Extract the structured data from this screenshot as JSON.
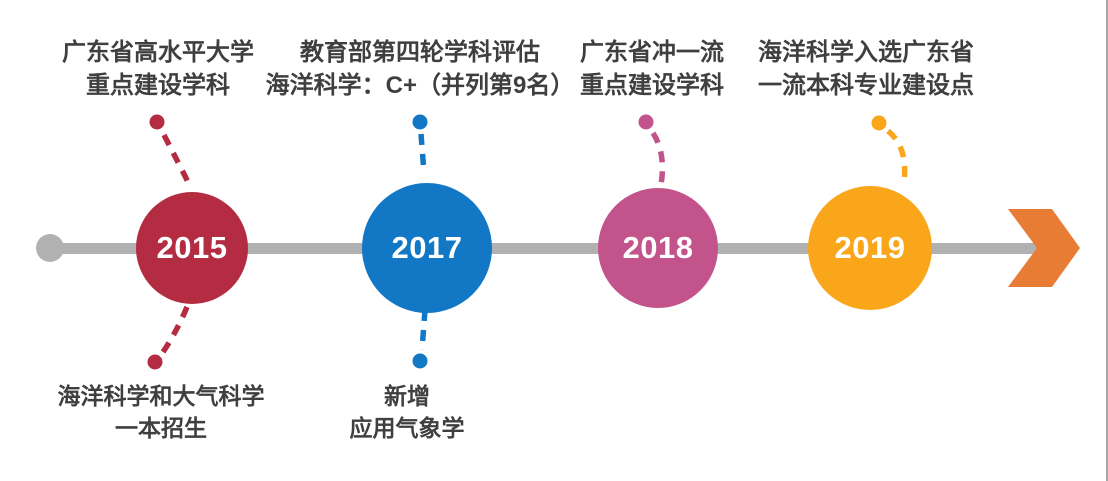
{
  "colors": {
    "timeline-gray": "#b1b1b1",
    "text-dark": "#3f3f3f",
    "event-2015": "#b32c42",
    "event-2017": "#1277c5",
    "event-2018": "#c2548b",
    "event-2019": "#f9a61b",
    "arrow-orange": "#e87c35"
  },
  "timeline": {
    "events": [
      {
        "year": "2015",
        "color": "#b32c42",
        "top_lines": [
          "广东省高水平大学",
          "重点建设学科"
        ],
        "bottom_lines": [
          "海洋科学和大气科学",
          "一本招生"
        ]
      },
      {
        "year": "2017",
        "color": "#1277c5",
        "top_lines": [
          "教育部第四轮学科评估",
          "海洋科学：C+（并列第9名）"
        ],
        "bottom_lines": [
          "新增",
          "应用气象学"
        ]
      },
      {
        "year": "2018",
        "color": "#c2548b",
        "top_lines": [
          "广东省冲一流",
          "重点建设学科"
        ],
        "bottom_lines": []
      },
      {
        "year": "2019",
        "color": "#f9a61b",
        "top_lines": [
          "海洋科学入选广东省",
          "一流本科专业建设点"
        ],
        "bottom_lines": []
      }
    ]
  }
}
